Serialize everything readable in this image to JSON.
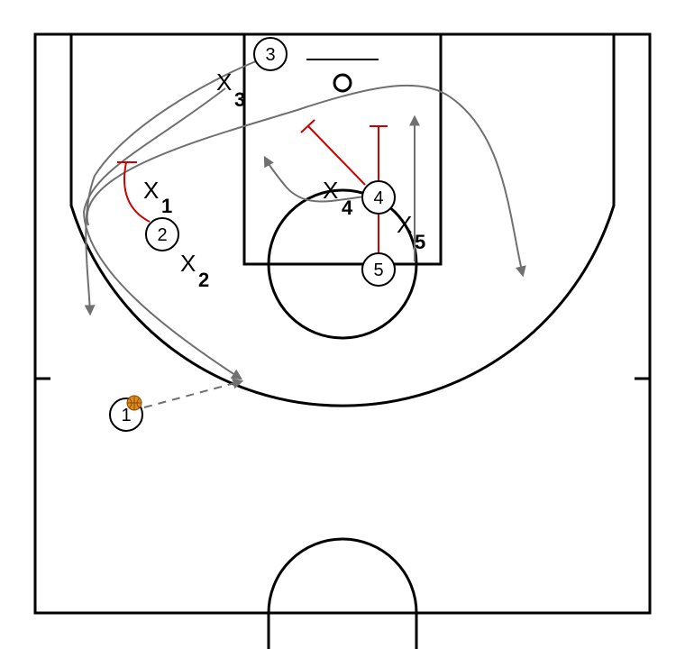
{
  "diagram": {
    "colors": {
      "court_line": "#000000",
      "movement": "#707070",
      "screen": "#cc0000",
      "ball": "#e08a1e",
      "player_fill": "#ffffff"
    },
    "offense": [
      {
        "number": "1",
        "has_ball": true
      },
      {
        "number": "2",
        "has_ball": false
      },
      {
        "number": "3",
        "has_ball": false
      },
      {
        "number": "4",
        "has_ball": false
      },
      {
        "number": "5",
        "has_ball": false
      }
    ],
    "defense": [
      {
        "mark": "X",
        "sub": "1"
      },
      {
        "mark": "X",
        "sub": "2"
      },
      {
        "mark": "X",
        "sub": "3"
      },
      {
        "mark": "X",
        "sub": "4"
      },
      {
        "mark": "X",
        "sub": "5"
      }
    ],
    "icons": {
      "ball": "basketball-icon",
      "hoop": "hoop-icon"
    }
  }
}
